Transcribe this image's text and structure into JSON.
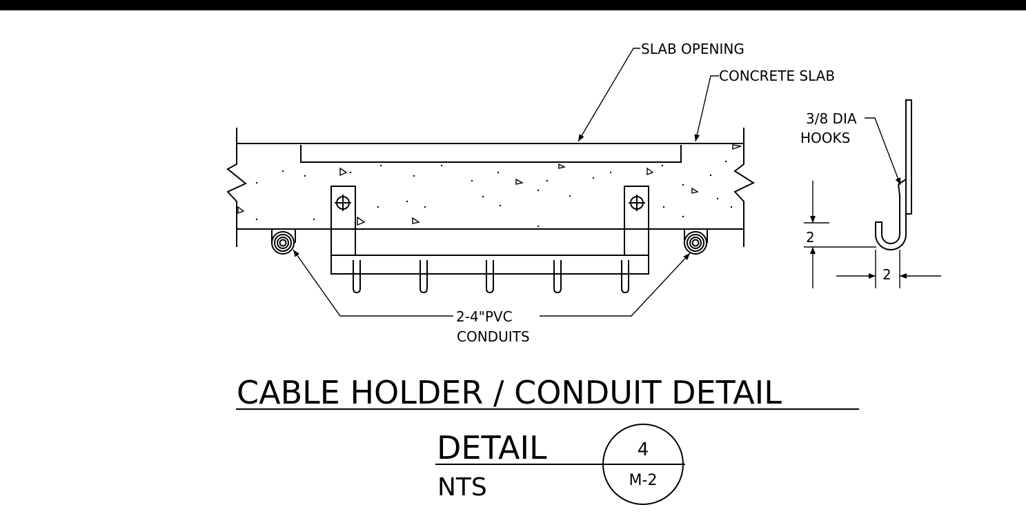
{
  "labels": {
    "slab_opening": "SLAB OPENING",
    "concrete_slab": "CONCRETE SLAB",
    "hooks_line1": "3/8 DIA",
    "hooks_line2": "HOOKS",
    "dim_vertical": "2",
    "dim_horizontal": "2",
    "conduits_line1": "2-4\"PVC",
    "conduits_line2": "CONDUITS"
  },
  "title": {
    "main": "CABLE HOLDER / CONDUIT DETAIL",
    "detail": "DETAIL",
    "scale": "NTS",
    "detail_number": "4",
    "sheet": "M-2"
  },
  "colors": {
    "ink": "#000000",
    "paper": "#ffffff"
  }
}
